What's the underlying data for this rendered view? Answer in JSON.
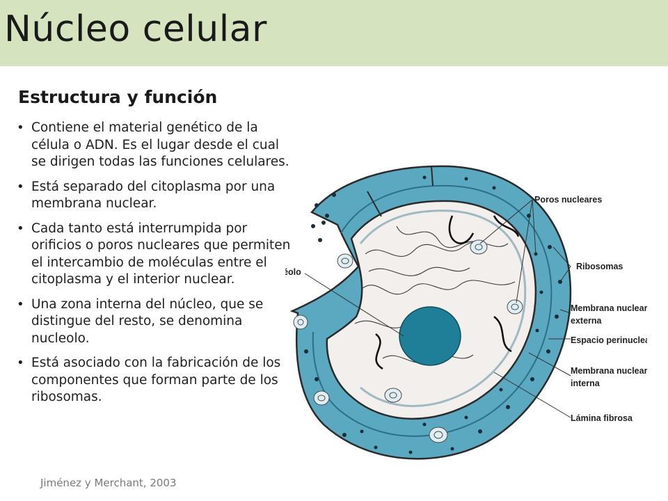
{
  "header": {
    "title": "Núcleo celular"
  },
  "subtitle": "Estructura y función",
  "bullets": [
    "Contiene el material genético de la célula o ADN. Es el lugar desde el cual se dirigen todas las funciones celulares.",
    "Está separado del citoplasma por una membrana nuclear.",
    "Cada tanto está interrumpida por orificios o poros nucleares que permiten el intercambio de moléculas entre el citoplasma y el interior nuclear.",
    "Una zona interna del núcleo, que se distingue del resto, se denomina nucleolo.",
    "Está asociado con la fabricación de los componentes que forman parte de los ribosomas."
  ],
  "citation": "Jiménez y Merchant, 2003",
  "diagram": {
    "labels": {
      "poros": "Poros nucleares",
      "ribosomas": "Ribosomas",
      "membrana_externa_1": "Membrana nuclear",
      "membrana_externa_2": "externa",
      "espacio": "Espacio perinuclear",
      "membrana_interna_1": "Membrana nuclear",
      "membrana_interna_2": "interna",
      "lamina": "Lámina fibrosa",
      "nucleolo": "Nucléolo"
    },
    "colors": {
      "envelope": "#5aa9c1",
      "envelope_dark": "#2e6f85",
      "nucleoplasm": "#f2efed",
      "nucleolus": "#1f7f98",
      "lamina": "#e6eef2"
    }
  }
}
